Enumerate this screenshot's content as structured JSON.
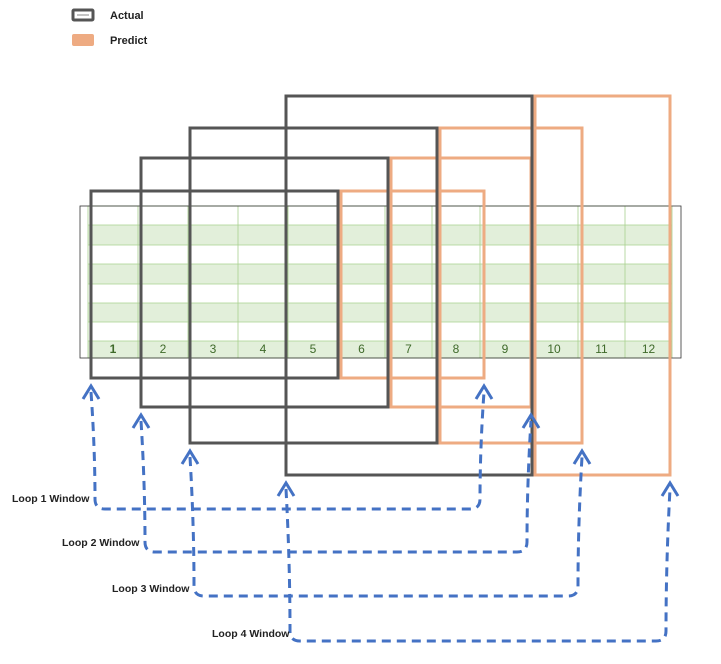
{
  "legend": [
    {
      "label": "Actual",
      "color": "#555555"
    },
    {
      "label": "Predict",
      "color": "#eeab82"
    }
  ],
  "columns": [
    "1",
    "2",
    "3",
    "4",
    "5",
    "6",
    "7",
    "8",
    "9",
    "10",
    "11",
    "12"
  ],
  "loops": [
    {
      "label": "Loop 1 Window",
      "actual_start": 1,
      "actual_end": 5,
      "predict_start": 6,
      "predict_end": 8
    },
    {
      "label": "Loop 2 Window",
      "actual_start": 2,
      "actual_end": 6,
      "predict_start": 7,
      "predict_end": 9
    },
    {
      "label": "Loop 3 Window",
      "actual_start": 3,
      "actual_end": 7,
      "predict_start": 8,
      "predict_end": 10
    },
    {
      "label": "Loop 4 Window",
      "actual_start": 5,
      "actual_end": 9,
      "predict_start": 10,
      "predict_end": 12
    }
  ],
  "colors": {
    "actual": "#555555",
    "predict": "#eeab82",
    "arrow": "#4472c4",
    "band": "#e2efda",
    "grid": "#a9d18e",
    "table_border": "#333333",
    "column_number": "#3f6a2a"
  }
}
